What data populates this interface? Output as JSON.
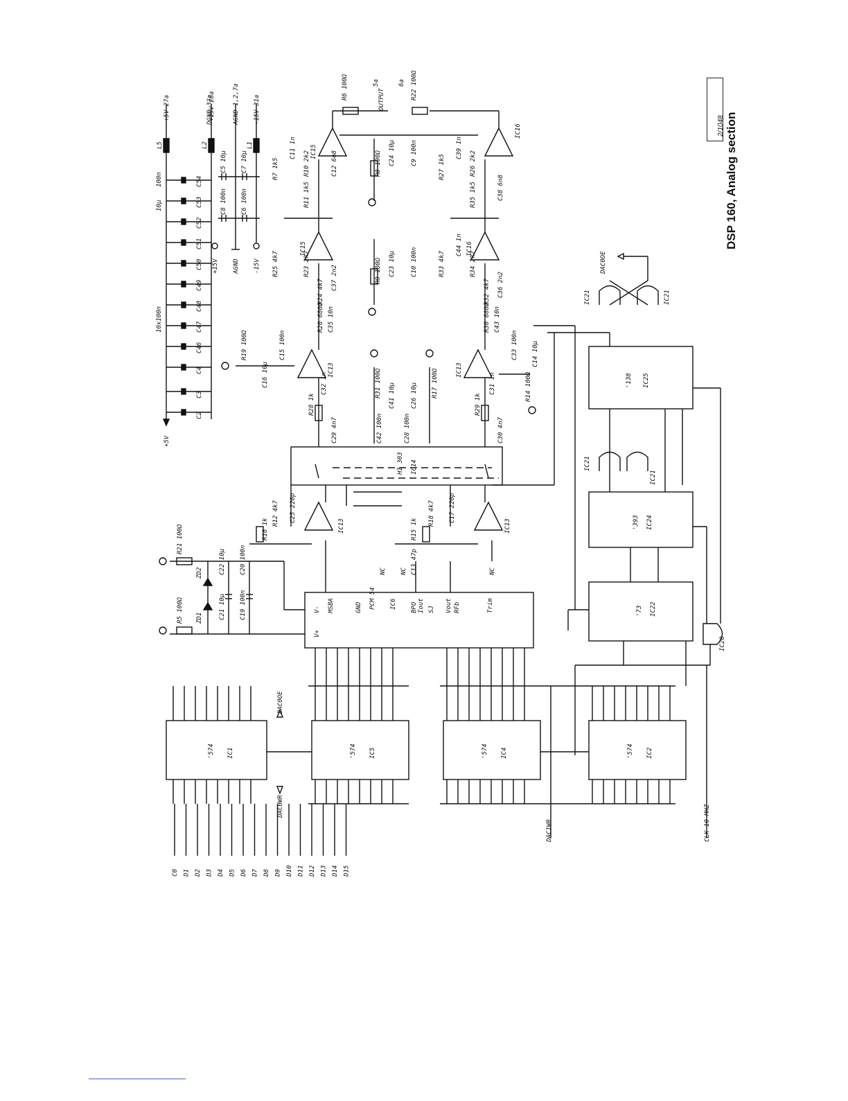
{
  "title": "DSP 160, Analog section",
  "ref_code": "2/1048",
  "connectors": {
    "p27": "+5V 27a",
    "p32": "DGND 32a",
    "p28": "+15V 28a",
    "p12": "AGND 1,2,7a",
    "p31": "-15V 31a",
    "out5": "5a",
    "out6": "6a",
    "output": "OUTPUT"
  },
  "chips": {
    "ic1": {
      "ref": "IC1",
      "part": "'574"
    },
    "ic5": {
      "ref": "IC5",
      "part": "'574"
    },
    "ic4": {
      "ref": "IC4",
      "part": "'574"
    },
    "ic2": {
      "ref": "IC2",
      "part": "'574"
    },
    "ic6": {
      "ref": "IC6",
      "part": "PCM 54"
    },
    "ic14": {
      "ref": "IC14",
      "part": "HI 303"
    },
    "ic22": {
      "ref": "IC22",
      "part": "'73"
    },
    "ic24": {
      "ref": "IC24",
      "part": "'393"
    },
    "ic25": {
      "ref": "IC25",
      "part": "'138"
    },
    "ic13": "IC13",
    "ic15": "IC15",
    "ic16": "IC16",
    "ic20": "IC20",
    "ic21": "IC21"
  },
  "signals": {
    "data_bits": [
      "C0",
      "D1",
      "D2",
      "D3",
      "D4",
      "D5",
      "D6",
      "D7",
      "D8",
      "D9",
      "D10",
      "D11",
      "D12",
      "D13",
      "D14",
      "D15"
    ],
    "dac0wr": "DAC0WR",
    "dac1wr": "DAC1WR",
    "dac0oe": "DAC0OE",
    "clk": "CLK 10 MHZ"
  },
  "decoupling": {
    "caps": [
      "C2",
      "C3",
      "C4",
      "C46",
      "C47",
      "C48",
      "C49",
      "C50",
      "C51",
      "C52",
      "C53",
      "C54"
    ],
    "group_label": "10x100n",
    "c53": "10µ",
    "c54": "100n",
    "l5": "L5",
    "l2": "L2",
    "l1": "L1",
    "plus5": "+5V",
    "plus15": "+15V",
    "agnd": "AGND",
    "minus15": "-15V",
    "c8": "C8 100n",
    "c6": "C6 100n",
    "c5": "C5 10µ",
    "c7": "C7 10µ"
  },
  "components": {
    "r5": "R5 100Ω",
    "r21": "R21 100Ω",
    "zd1": "ZD1",
    "zd2": "ZD2",
    "c21": "C21 10µ",
    "c22": "C22 10µ",
    "c19": "C19 100n",
    "c20": "C20 100n",
    "r16": "R16 1k",
    "r12": "R12 4k7",
    "c25": "C25 220p",
    "r15": "R15 1k",
    "r18": "R18 4k7",
    "c17": "C17 220p",
    "r28": "R28 1k",
    "r29": "R29 1k",
    "c32": "C32 1n",
    "c31": "C31 1n",
    "c29": "C29 4n7",
    "c30": "C30 4n7",
    "r19": "R19 100Ω",
    "r14": "R14 100Ω",
    "r20": "R20 680Ω",
    "r30": "R30 680Ω",
    "r24": "R24 4k7",
    "r32": "R32 4k7",
    "r25": "R25 4k7",
    "r33": "R33 4k7",
    "r23": "R23 2k7",
    "r34": "R34 2k7",
    "c37": "C37 2n2",
    "c36": "C36 2n2",
    "c35": "C35 10n",
    "c43": "C43 10n",
    "r11": "R11 1k5",
    "r35": "R35 1k5",
    "r7": "R7 1k5",
    "r27": "R27 1k5",
    "r10": "R10 2k2",
    "r26": "R26 2k2",
    "c11": "C11 1n",
    "c39": "C39 1n",
    "c12": "C12 6n8",
    "c38": "C38 6n8",
    "r6": "R6 100Ω",
    "r22": "R22 100Ω",
    "r8": "R8 100Ω",
    "r9": "R9 100Ω",
    "r31": "R31 100Ω",
    "r17": "R17 100Ω",
    "c24": "C24 10µ",
    "c9": "C9 100n",
    "c23": "C23 10µ",
    "c10": "C10 100n",
    "c41": "C41 10µ",
    "c26": "C26 10µ",
    "c42": "C42 100n",
    "c28": "C28 100n",
    "c13": "C13 47p",
    "c16": "C16 10µ",
    "c15": "C15 100n",
    "c33": "C33 100n",
    "c14": "C14 10µ",
    "c44": "C44 1n"
  },
  "pcm54_pins": {
    "vplus": "V+",
    "vminus": "V-",
    "msba": "MSBA",
    "gnd": "GND",
    "nc": "NC",
    "trim": "Trim",
    "bpo": "BPO",
    "iout": "Iout",
    "sj": "SJ",
    "vout": "Vout",
    "rfb": "RFb"
  }
}
